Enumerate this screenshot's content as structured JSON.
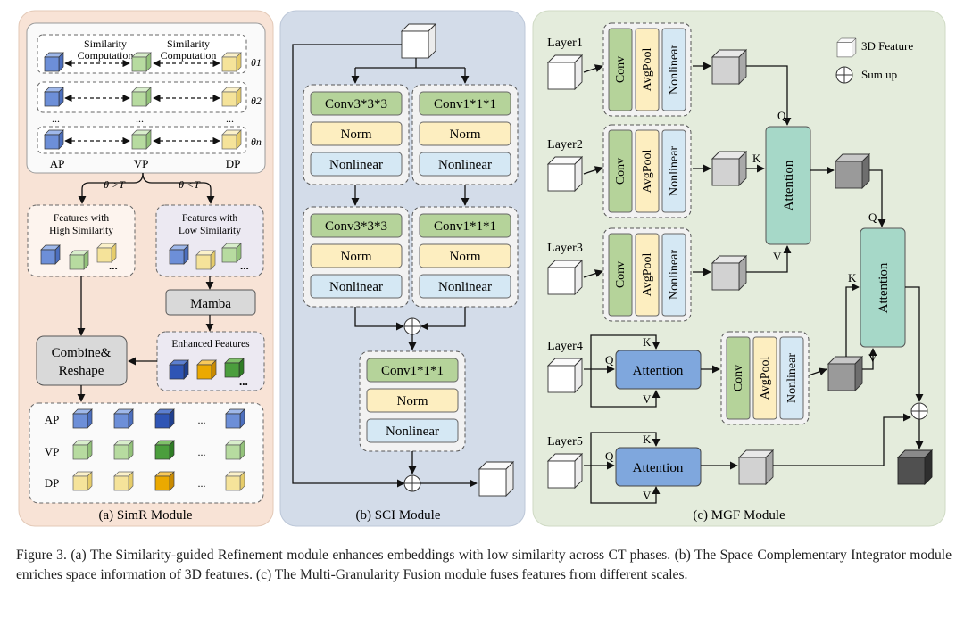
{
  "panel_a": {
    "title": "(a) SimR Module",
    "sim_comp_label_1a": "Similarity",
    "sim_comp_label_1b": "Computation",
    "sim_comp_label_2a": "Similarity",
    "sim_comp_label_2b": "Computation",
    "theta_1": "θ1",
    "theta_2": "θ2",
    "theta_n": "θn",
    "ellipsis": "...",
    "phase_ap": "AP",
    "phase_vp": "VP",
    "phase_dp": "DP",
    "cond_high": "θ >T",
    "cond_low": "θ <T",
    "high_sim_a": "Features with",
    "high_sim_b": "High Similarity",
    "low_sim_a": "Features with",
    "low_sim_b": "Low Similarity",
    "mamba": "Mamba",
    "combine_a": "Combine&",
    "combine_b": "Reshape",
    "enhanced": "Enhanced Features",
    "more": "...",
    "row_ap": "AP",
    "row_vp": "VP",
    "row_dp": "DP"
  },
  "panel_b": {
    "title": "(b) SCI Module",
    "conv333": "Conv3*3*3",
    "conv111": "Conv1*1*1",
    "norm": "Norm",
    "nonlinear": "Nonlinear"
  },
  "panel_c": {
    "title": "(c) MGF Module",
    "layer1": "Layer1",
    "layer2": "Layer2",
    "layer3": "Layer3",
    "layer4": "Layer4",
    "layer5": "Layer5",
    "conv": "Conv",
    "avgpool": "AvgPool",
    "nonlinear": "Nonlinear",
    "attention": "Attention",
    "q": "Q",
    "k": "K",
    "v": "V",
    "legend_feature": "3D Feature",
    "legend_sum": "Sum up"
  },
  "caption": "Figure 3.  (a) The Similarity-guided Refinement module enhances embeddings with low similarity across CT phases.  (b) The Space Complementary Integrator module enriches space information of 3D features.  (c) The Multi-Granularity Fusion module fuses features from different scales.",
  "colors": {
    "panel_a_bg": "#f8e3d6",
    "panel_b_bg": "#d3dce9",
    "panel_c_bg": "#e4ecdc",
    "ap_blue": "#6d8fd8",
    "vp_green": "#b7dba0",
    "dp_yellow": "#f5e39a",
    "conv_green": "#b5d39a",
    "norm_yellow": "#fdeec0",
    "nonlinear_blue": "#d5e8f4",
    "attention_teal": "#a6d8c8",
    "attention_blue": "#7fa7dd"
  }
}
